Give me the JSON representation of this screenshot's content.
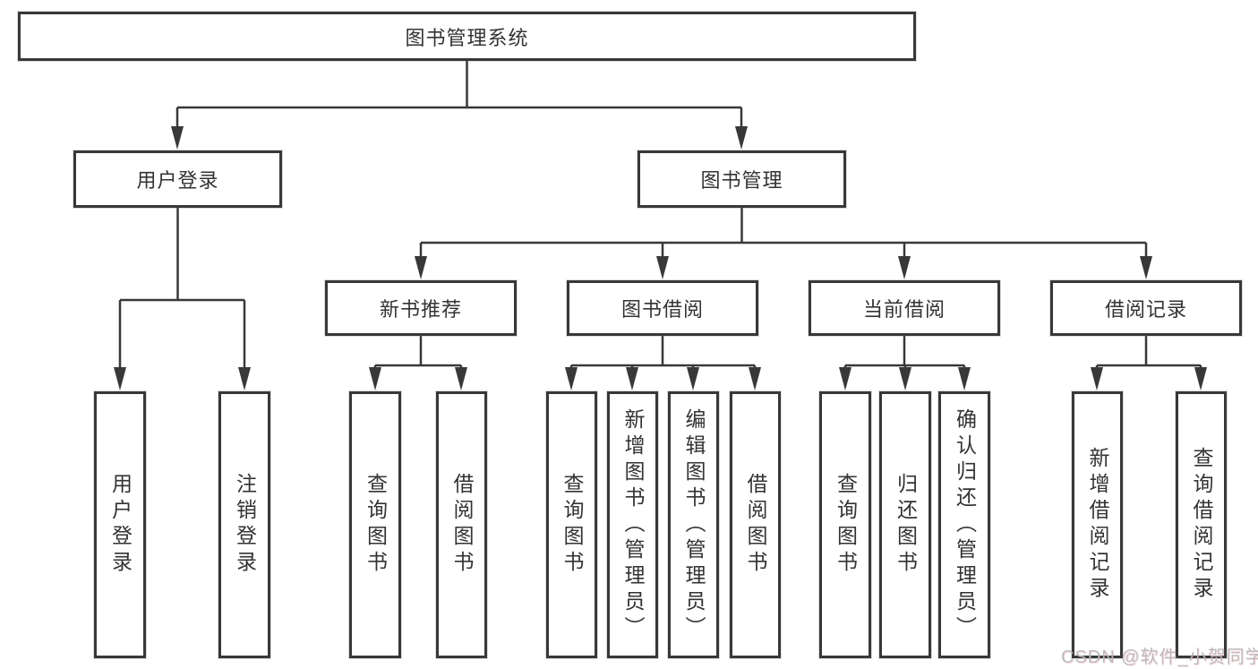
{
  "diagram": {
    "root": {
      "label": "图书管理系统"
    },
    "level2": [
      {
        "label": "用户登录"
      },
      {
        "label": "图书管理"
      }
    ],
    "level3": [
      {
        "label": "新书推荐",
        "parent": "图书管理"
      },
      {
        "label": "图书借阅",
        "parent": "图书管理"
      },
      {
        "label": "当前借阅",
        "parent": "图书管理"
      },
      {
        "label": "借阅记录",
        "parent": "图书管理"
      }
    ],
    "leaves": [
      {
        "label": "用户登录",
        "parent": "用户登录"
      },
      {
        "label": "注销登录",
        "parent": "用户登录"
      },
      {
        "label": "查询图书",
        "parent": "新书推荐"
      },
      {
        "label": "借阅图书",
        "parent": "新书推荐"
      },
      {
        "label": "查询图书",
        "parent": "图书借阅"
      },
      {
        "label": "新增图书（管理员）",
        "parent": "图书借阅"
      },
      {
        "label": "编辑图书（管理员）",
        "parent": "图书借阅"
      },
      {
        "label": "借阅图书",
        "parent": "图书借阅"
      },
      {
        "label": "查询图书",
        "parent": "当前借阅"
      },
      {
        "label": "归还图书",
        "parent": "当前借阅"
      },
      {
        "label": "确认归还（管理员）",
        "parent": "当前借阅"
      },
      {
        "label": "新增借阅记录",
        "parent": "借阅记录"
      },
      {
        "label": "查询借阅记录",
        "parent": "借阅记录"
      }
    ]
  },
  "watermark": {
    "text": "CSDN @软件_小贺同学"
  },
  "colors": {
    "background": "#ffffff",
    "line": "#383838",
    "box_border": "#383838",
    "text": "#333333",
    "watermark": "#b7b7bc"
  }
}
